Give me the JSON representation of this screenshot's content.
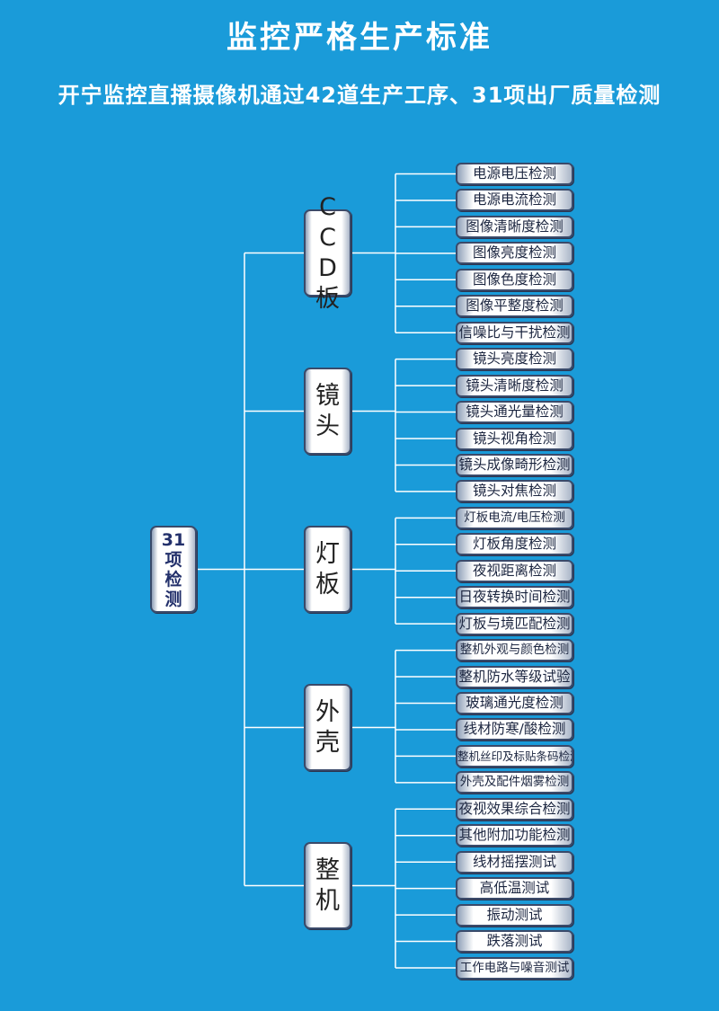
{
  "title": "监控严格生产标准",
  "subtitle": "开宁监控直播摄像机通过42道生产工序、31项出厂质量检测",
  "root": {
    "lines": [
      "31",
      "项",
      "检",
      "测"
    ]
  },
  "line_color": "#ffffff",
  "categories": [
    {
      "lines": [
        "C",
        "C",
        "D",
        "板"
      ],
      "items": [
        "电源电压检测",
        "电源电流检测",
        "图像清晰度检测",
        "图像亮度检测",
        "图像色度检测",
        "图像平整度检测",
        "信噪比与干扰检测"
      ]
    },
    {
      "lines": [
        "镜",
        "头"
      ],
      "items": [
        "镜头亮度检测",
        "镜头清晰度检测",
        "镜头通光量检测",
        "镜头视角检测",
        "镜头成像畸形检测",
        "镜头对焦检测"
      ]
    },
    {
      "lines": [
        "灯",
        "板"
      ],
      "items": [
        "灯板电流/电压检测",
        "灯板角度检测",
        "夜视距离检测",
        "日夜转换时间检测",
        "灯板与境匹配检测"
      ]
    },
    {
      "lines": [
        "外",
        "壳"
      ],
      "items": [
        "整机外观与颜色检测",
        "整机防水等级试验",
        "玻璃通光度检测",
        "线材防寒/酸检测",
        "整机丝印及标贴条码检测",
        "外壳及配件烟雾检测"
      ]
    },
    {
      "lines": [
        "整",
        "机"
      ],
      "items": [
        "夜视效果综合检测",
        "其他附加功能检测",
        "线材摇摆测试",
        "高低温测试",
        "振动测试",
        "跌落测试",
        "工作电路与噪音测试"
      ]
    }
  ]
}
